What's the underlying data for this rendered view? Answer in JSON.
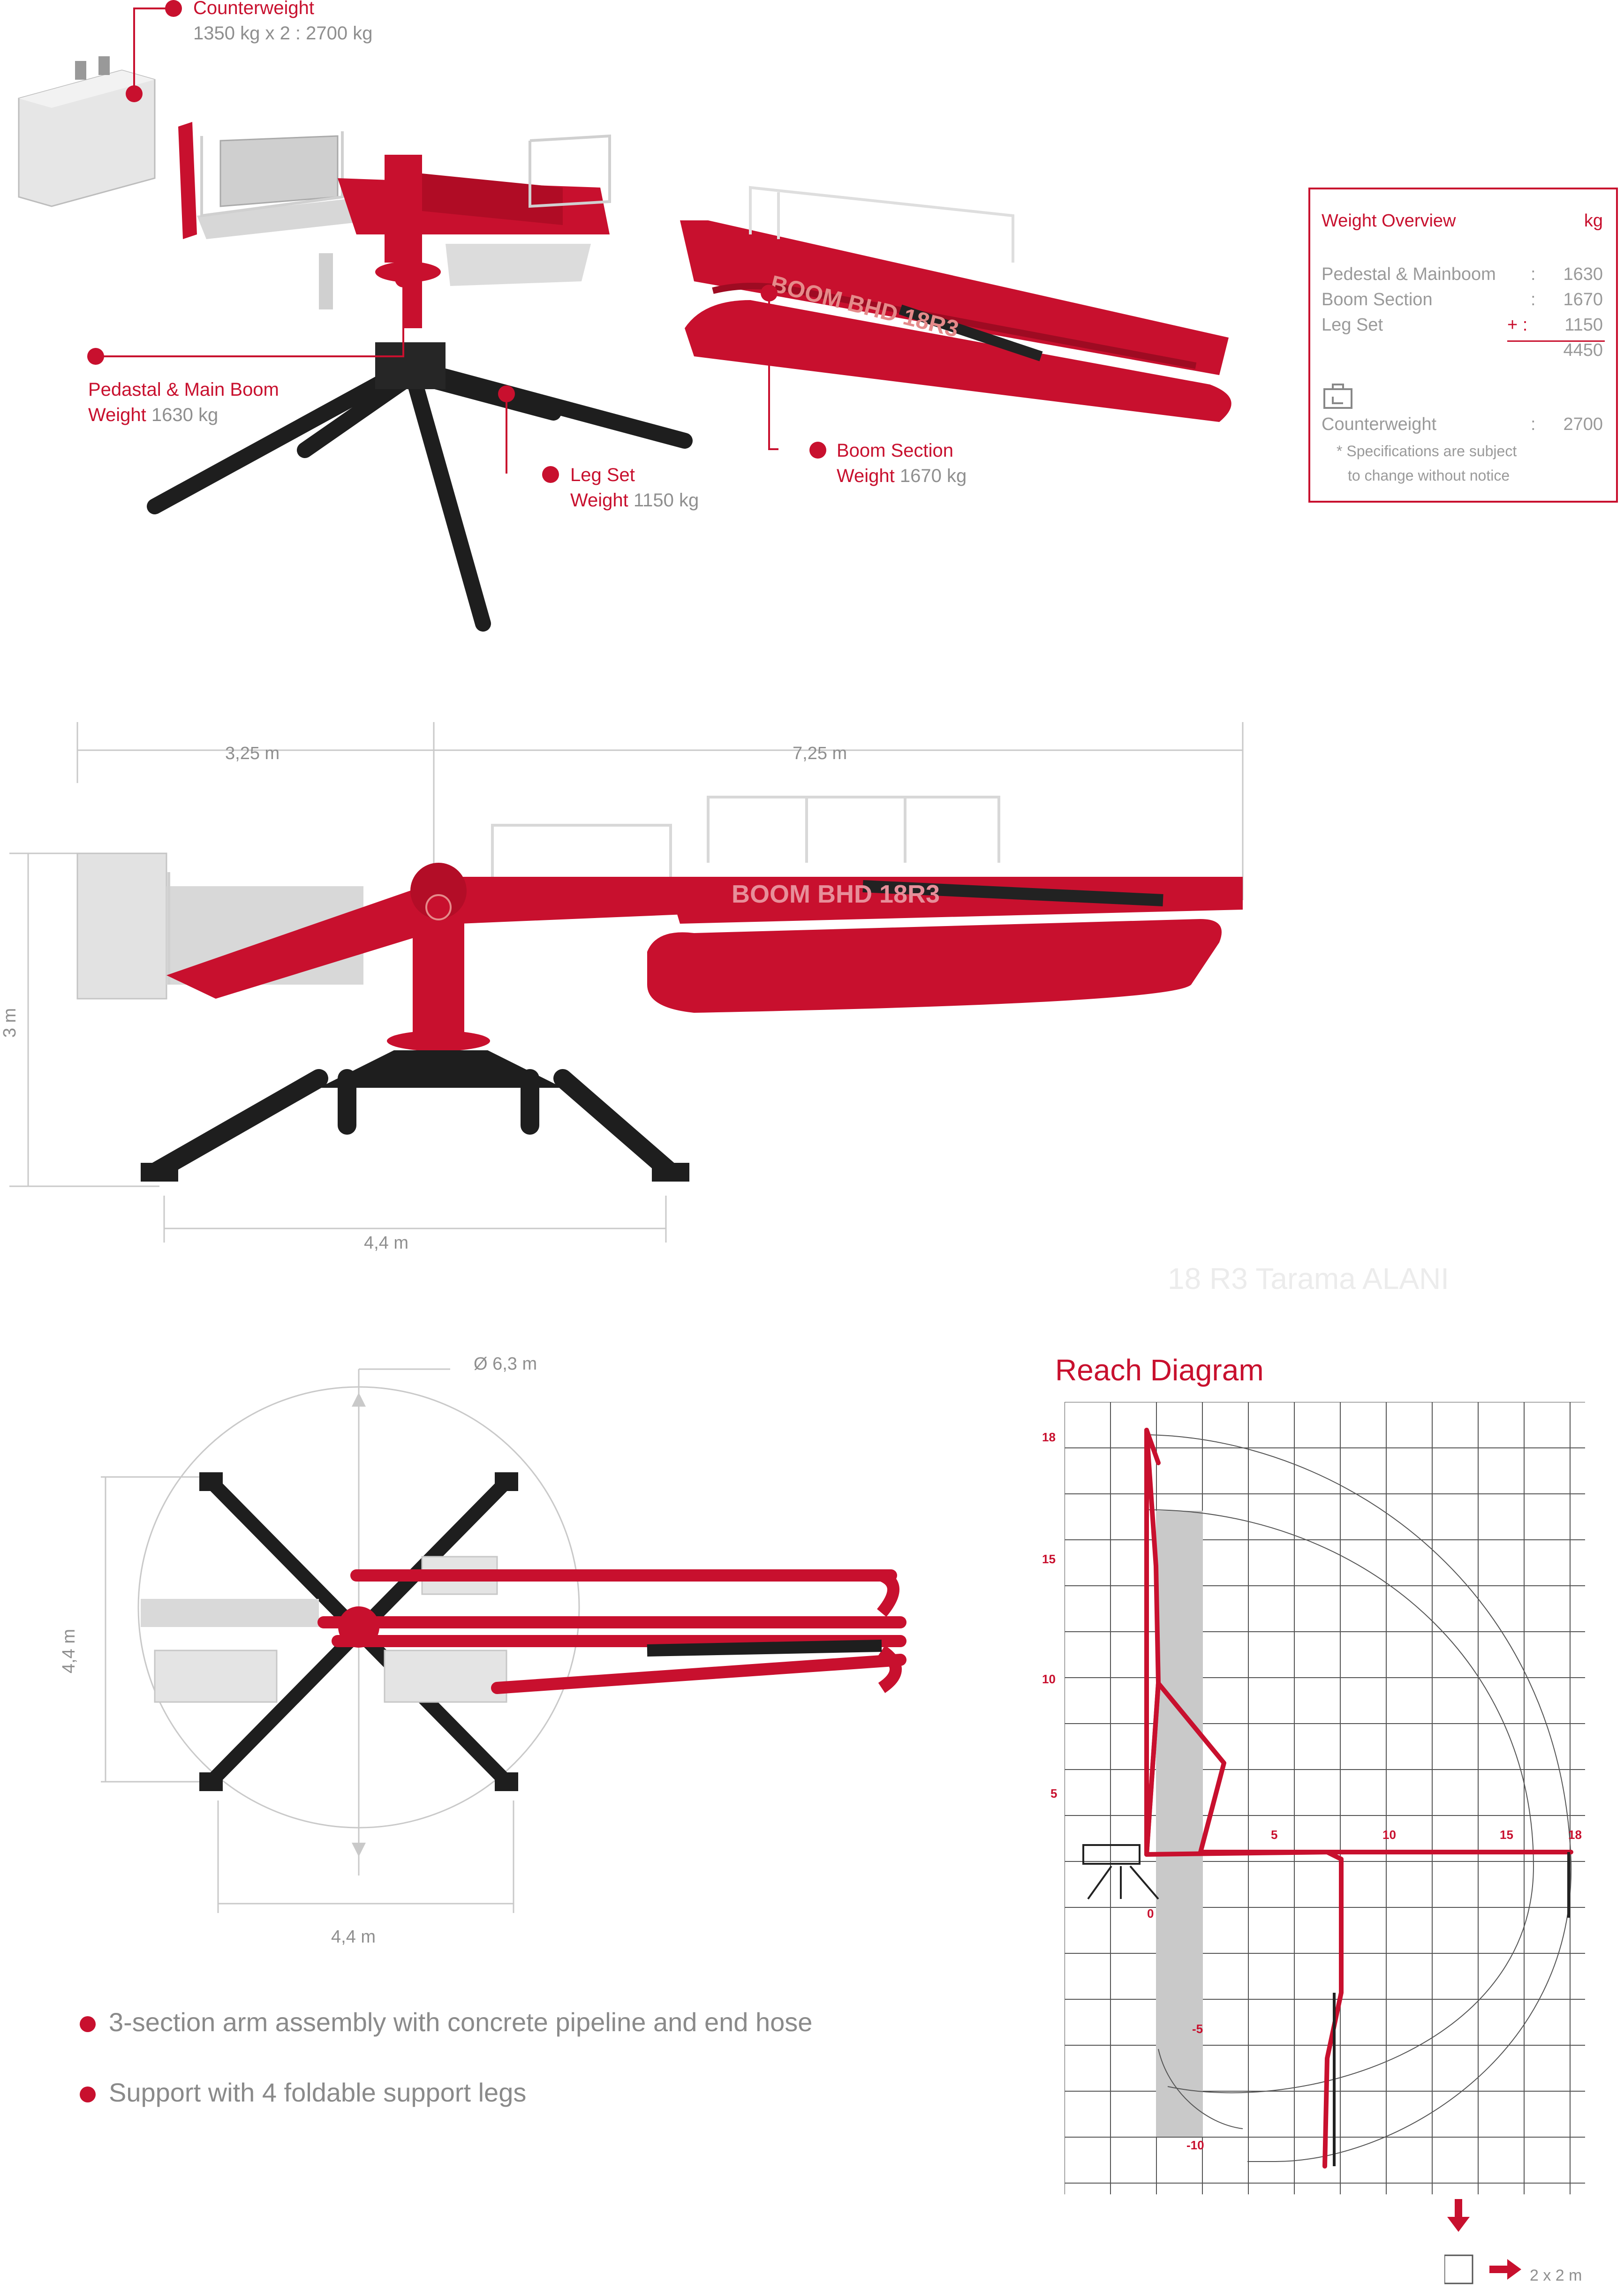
{
  "labels": {
    "counterweight": {
      "title": "Counterweight",
      "value": "1350 kg x 2 :  2700 kg"
    },
    "pedestal": {
      "title": "Pedastal & Main Boom",
      "value_prefix": "Weight",
      "value": "1630 kg"
    },
    "legset": {
      "title": "Leg Set",
      "value_prefix": "Weight",
      "value": "1150 kg"
    },
    "boom": {
      "title": "Boom Section",
      "value_prefix": "Weight",
      "value": "1670 kg"
    }
  },
  "boom_text": "BOOM  BHD 18R3",
  "weight_overview": {
    "title": "Weight Overview",
    "unit": "kg",
    "rows": [
      {
        "label": "Pedestal & Mainboom",
        "sep": ":",
        "value": "1630"
      },
      {
        "label": "Boom Section",
        "sep": ":",
        "value": "1670"
      },
      {
        "label": "Leg Set",
        "sep": "+ :",
        "value": "1150"
      }
    ],
    "total": "4450",
    "counterweight_label": "Counterweight",
    "counterweight_sep": ":",
    "counterweight_value": "2700",
    "note_line1": "* Specifications are subject",
    "note_line2": "to change without notice",
    "icon": "weight-icon"
  },
  "side_view": {
    "dim_left": "3,25 m",
    "dim_right": "7,25 m",
    "dim_height": "3 m",
    "dim_base": "4,4 m"
  },
  "top_view": {
    "diameter": "Ø 6,3 m",
    "dim_height": "4,4  m",
    "dim_width": "4,4 m"
  },
  "watermark": "18 R3 Tarama ALANI",
  "bullets": [
    "3-section arm assembly with concrete pipeline and end hose",
    "Support with 4 foldable support legs"
  ],
  "reach": {
    "title": "Reach Diagram",
    "y_ticks": [
      "18",
      "15",
      "10",
      "5",
      "-5",
      "-10"
    ],
    "x_ticks": [
      "5",
      "10",
      "15",
      "18"
    ],
    "origin": "0",
    "legend_scale": "2 x 2 m"
  },
  "colors": {
    "accent": "#c8102e",
    "steel": "#1e1e1e",
    "panel": "#d9d9d9"
  }
}
